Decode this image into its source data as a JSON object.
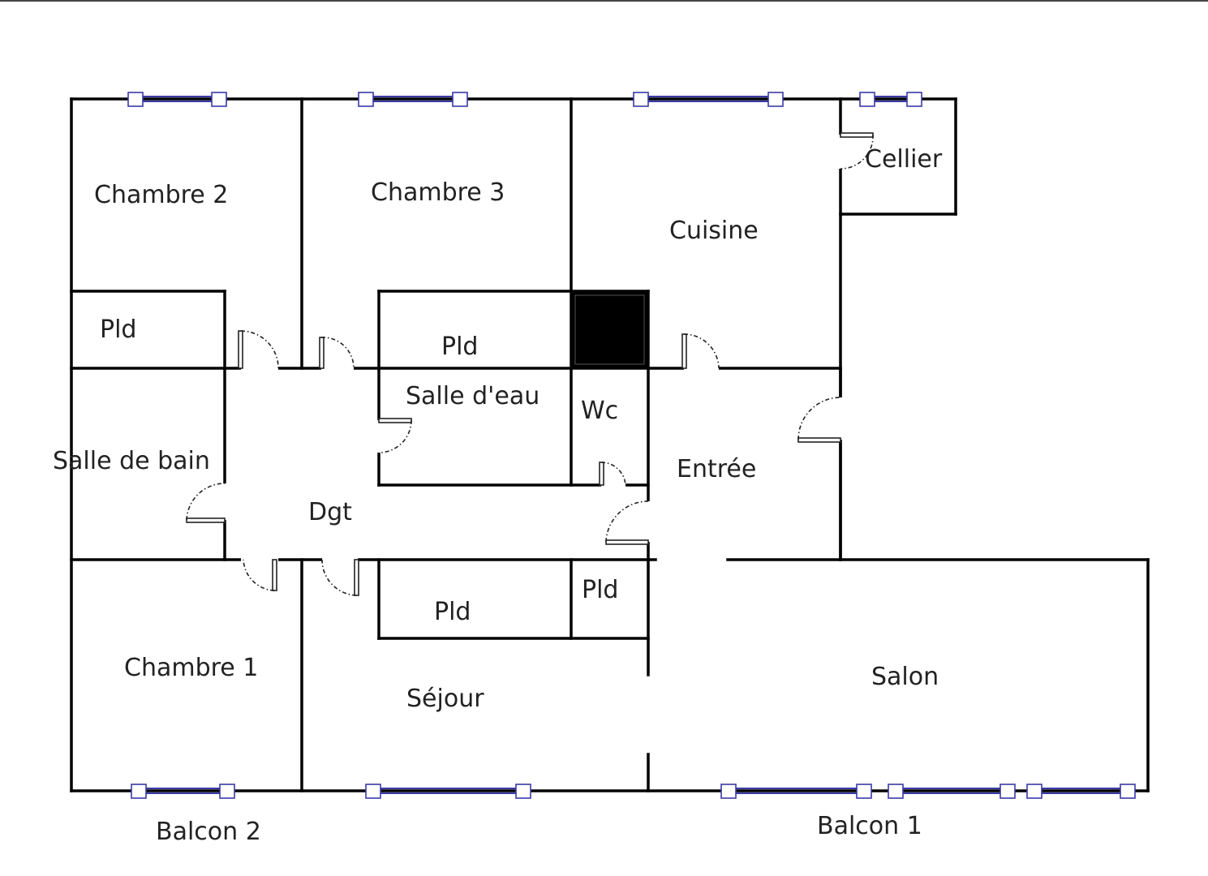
{
  "plan": {
    "rooms": {
      "chambre2": "Chambre 2",
      "chambre3": "Chambre 3",
      "cuisine": "Cuisine",
      "cellier": "Cellier",
      "pld_a": "Pld",
      "pld_b": "Pld",
      "pld_c": "Pld",
      "pld_d": "Pld",
      "salle_eau": "Salle d'eau",
      "wc": "Wc",
      "salle_bain": "Salle de bain",
      "dgt": "Dgt",
      "entree": "Entrée",
      "chambre1": "Chambre 1",
      "sejour": "Séjour",
      "salon": "Salon"
    },
    "exterior": {
      "balcon2": "Balcon 2",
      "balcon1": "Balcon 1"
    },
    "colors": {
      "wall": "#000000",
      "window": "#3a3aa8",
      "duct": "#000000",
      "background": "#ffffff"
    }
  }
}
